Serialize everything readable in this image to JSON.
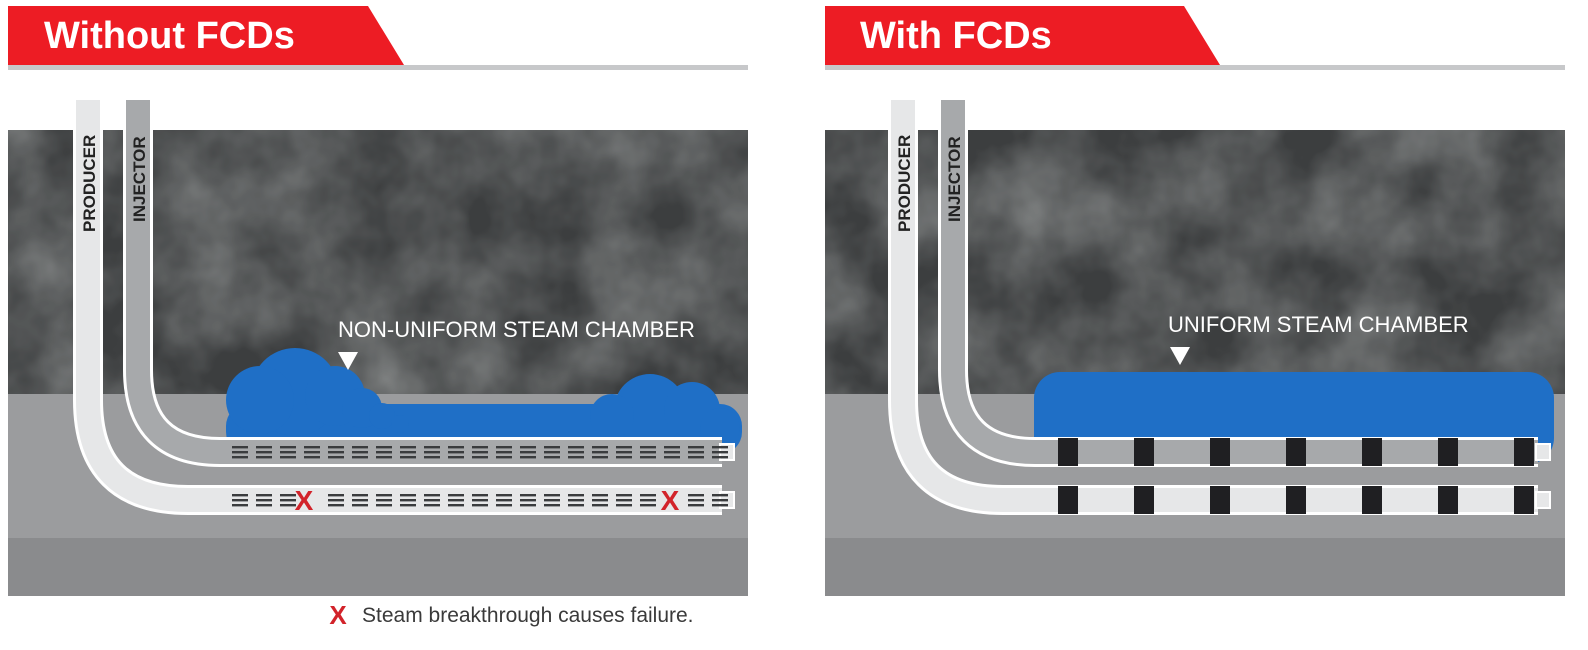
{
  "panels": [
    {
      "title": "Without FCDs",
      "producer_label": "PRODUCER",
      "injector_label": "INJECTOR",
      "chamber_label": "NON-UNIFORM STEAM CHAMBER"
    },
    {
      "title": "With FCDs",
      "producer_label": "PRODUCER",
      "injector_label": "INJECTOR",
      "chamber_label": "UNIFORM STEAM CHAMBER"
    }
  ],
  "legend": {
    "marker": "X",
    "text": "Steam breakthrough causes failure."
  },
  "colors": {
    "banner_red": "#ed1c24",
    "steam_blue": "#1f6fc6",
    "rock_dark": "#3d3f40",
    "reservoir_gray": "#9a9b9d",
    "producer_pipe": "#e6e7e8",
    "injector_pipe": "#a7a9ab",
    "fcd_black": "#1f1f22",
    "failure_red": "#d2232a"
  }
}
